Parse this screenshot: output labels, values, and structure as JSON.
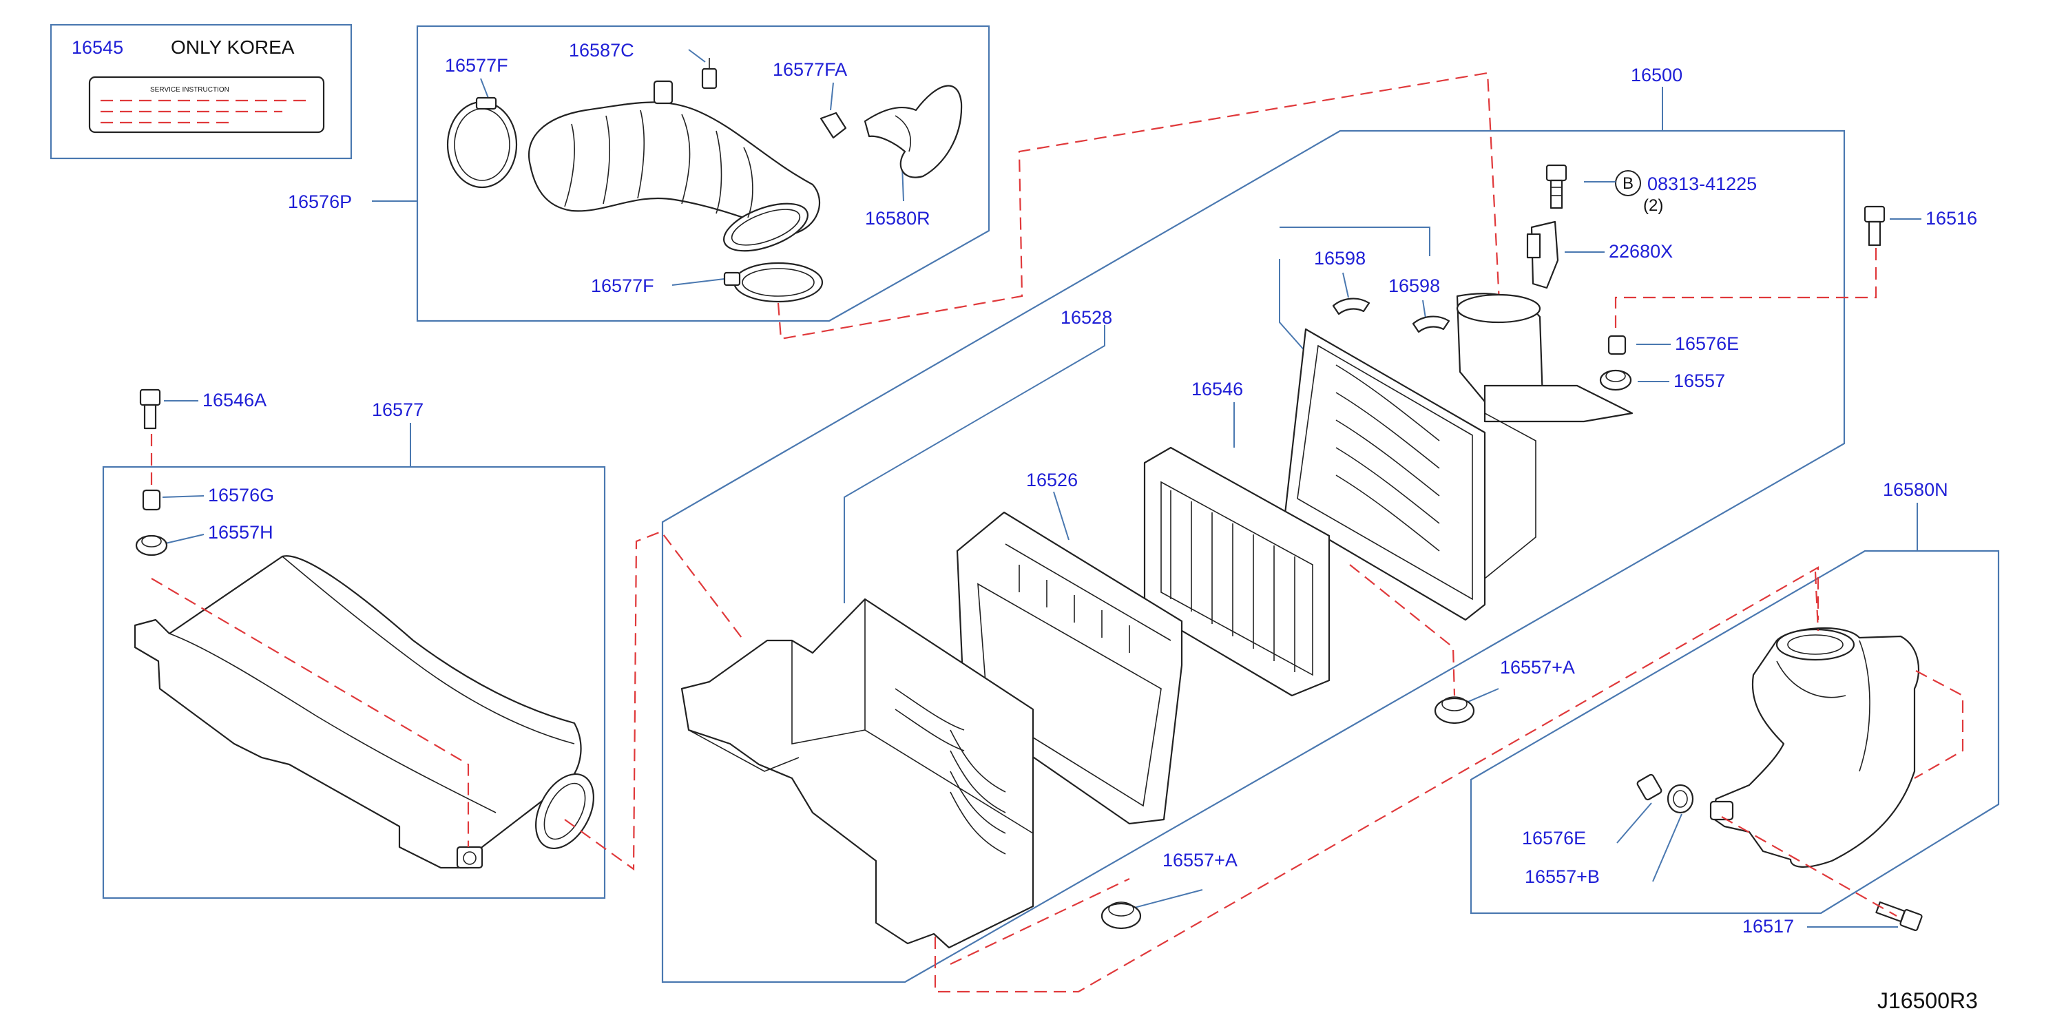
{
  "colors": {
    "part_number": "#1f1fd6",
    "leader": "#4a78b0",
    "phantom_line": "#e0393b",
    "outline": "#222222"
  },
  "notice_label": {
    "part_number": "16545",
    "text": "ONLY  KOREA",
    "inner_label_line1": "SERVICE      INSTRUCTION"
  },
  "labels": {
    "p16577F_top": "16577F",
    "p16587C": "16587C",
    "p16577FA": "16577FA",
    "p16576P": "16576P",
    "p16580R": "16580R",
    "p16577F_bottom": "16577F",
    "p16500": "16500",
    "bolt_b_circle": "B",
    "bolt_b_part": "08313-41225",
    "bolt_b_qty": "(2)",
    "p16516": "16516",
    "p22680X": "22680X",
    "p16598_left": "16598",
    "p16598_right": "16598",
    "p16528": "16528",
    "p16576E_top": "16576E",
    "p16557_top": "16557",
    "p16546A": "16546A",
    "p16577": "16577",
    "p16546": "16546",
    "p16576G": "16576G",
    "p16557H": "16557H",
    "p16526": "16526",
    "p16580N": "16580N",
    "p16557A_right": "16557+A",
    "p16576E_bottom": "16576E",
    "p16557B": "16557+B",
    "p16557A_bottom": "16557+A",
    "p16517": "16517",
    "diagram_code": "J16500R3"
  }
}
